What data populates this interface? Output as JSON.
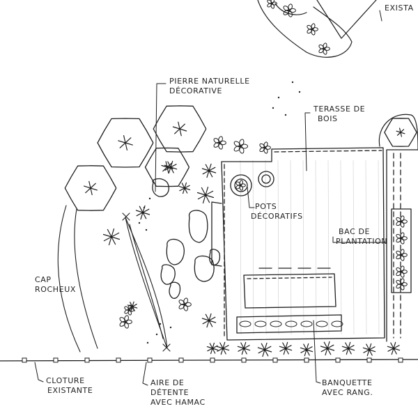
{
  "labels": {
    "pierre": [
      "PIERRE NATURELLE",
      "DÉCORATIVE"
    ],
    "terrasse": [
      "TERASSE DE",
      "BOIS"
    ],
    "existant": "EXISTA",
    "pots": [
      "POTS",
      "DÉCORATIFS"
    ],
    "bac": [
      "BAC DE",
      "PLANTATION"
    ],
    "cap": [
      "CAP",
      "ROCHEUX"
    ],
    "cloture": [
      "CLOTURE",
      "EXISTANTE"
    ],
    "aire": [
      "AIRE DE",
      "DÉTENTE",
      "AVEC HAMAC"
    ],
    "banquette": [
      "BANQUETTE",
      "AVEC RANG."
    ]
  },
  "colors": {
    "ink": "#1e1e1e",
    "paper": "#ffffff"
  }
}
